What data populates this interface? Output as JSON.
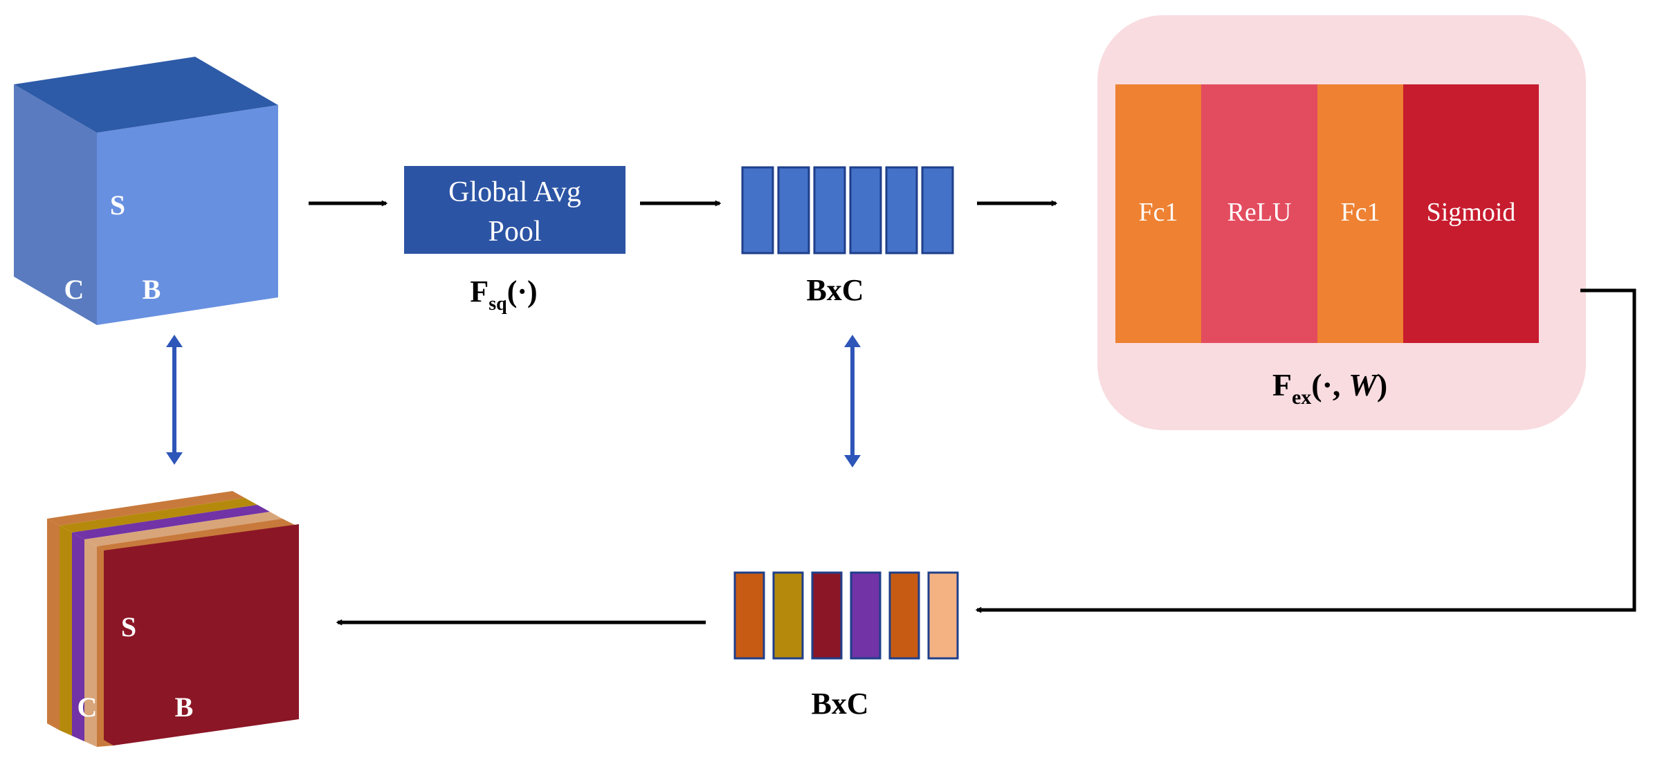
{
  "colors": {
    "cube_front": "#6890E0",
    "cube_side": "#5A7BBF",
    "cube_top": "#2E5BA8",
    "pool_box": "#2C54A4",
    "channel_blue": "#4472C8",
    "channel_border": "#1F3F8A",
    "excitation_bg": "#F9DCE0",
    "fc1": "#EE8132",
    "relu": "#E34C5F",
    "sigmoid": "#C71C2E",
    "scaled_front": "#8B1626",
    "arrow": "#000000",
    "double_arrow": "#2E55B8",
    "weights": [
      "#C85B14",
      "#B58A0C",
      "#8B1626",
      "#7133A6",
      "#C85B14",
      "#F4B283"
    ],
    "layer_slices": [
      "#C87A3C",
      "#B58A0C",
      "#7133A6",
      "#D8A57A",
      "#C87A3C"
    ]
  },
  "input_cube": {
    "label_s": "S",
    "label_c": "C",
    "label_b": "B"
  },
  "squeeze": {
    "box_line1": "Global Avg",
    "box_line2": "Pool",
    "label_main": "F",
    "label_sub": "sq",
    "label_rest": "(·)"
  },
  "channel_vector_top": {
    "label": "BxC",
    "count": 6
  },
  "excitation": {
    "blocks": [
      "Fc1",
      "ReLU",
      "Fc1",
      "Sigmoid"
    ],
    "label_main": "F",
    "label_sub": "ex",
    "label_rest_a": "(·, ",
    "label_rest_w": "W",
    "label_rest_b": ")"
  },
  "channel_vector_bottom": {
    "label": "BxC",
    "count": 6
  },
  "output_cube": {
    "label_s": "S",
    "label_c": "C",
    "label_b": "B"
  }
}
